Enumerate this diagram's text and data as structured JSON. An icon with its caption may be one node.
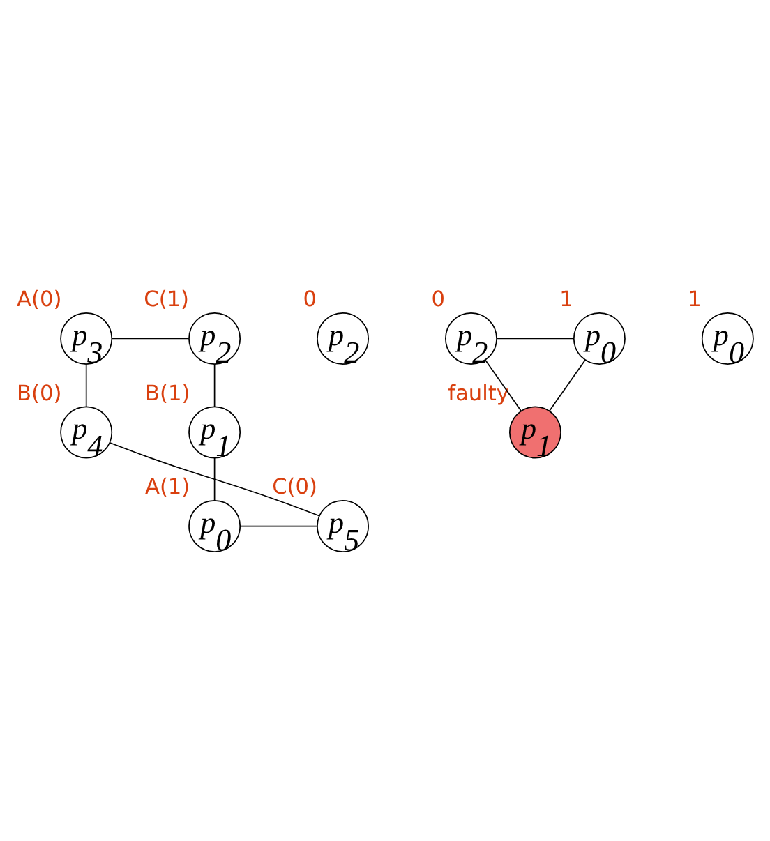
{
  "diagram": {
    "nodes": [
      {
        "text": [
          "p$_{3}$"
        ],
        "beside": [
          "A(0)"
        ]
      },
      {
        "text": [
          "p$_{2}$"
        ],
        "beside": [
          "C(1)"
        ]
      },
      {
        "text": [
          "p$_{4}$"
        ],
        "beside": [
          "B(0)"
        ]
      },
      {
        "text": [
          "p$_{1}$"
        ],
        "beside": [
          "B(1)"
        ]
      },
      {
        "text": [
          "p$_{5}$"
        ],
        "beside": [
          "C(0)"
        ]
      },
      {
        "text": [
          "p$_{0}$"
        ],
        "beside": [
          "A(1)"
        ]
      },
      {
        "text": [
          "p$_{2}$"
        ],
        "beside": [
          "0"
        ]
      },
      {
        "text": [
          "p$_{2}$"
        ],
        "beside": [
          "0"
        ]
      },
      {
        "text": [
          "p$_{0}$"
        ],
        "beside": [
          "1"
        ]
      },
      {
        "text": [
          "p$_{0}$"
        ],
        "beside": [
          "1"
        ]
      },
      {
        "text": [
          "p$_{1}$"
        ],
        "beside": [
          "faulty"
        ]
      }
    ],
    "edges": [
      {
        "from": 0,
        "to": 1,
        "arrow": "none"
      },
      {
        "from": 1,
        "to": 3,
        "arrow": "none"
      },
      {
        "from": 3,
        "to": 5,
        "arrow": "none"
      },
      {
        "from": 5,
        "to": 4,
        "arrow": "none"
      },
      {
        "from": 4,
        "to": 2,
        "arrow": "none"
      },
      {
        "from": 2,
        "to": 0,
        "arrow": "none"
      },
      {
        "from": 7,
        "to": 8,
        "arrow": "none"
      },
      {
        "from": 7,
        "to": 10,
        "arrow": "none"
      },
      {
        "from": 8,
        "to": 10,
        "arrow": "none"
      }
    ]
  }
}
